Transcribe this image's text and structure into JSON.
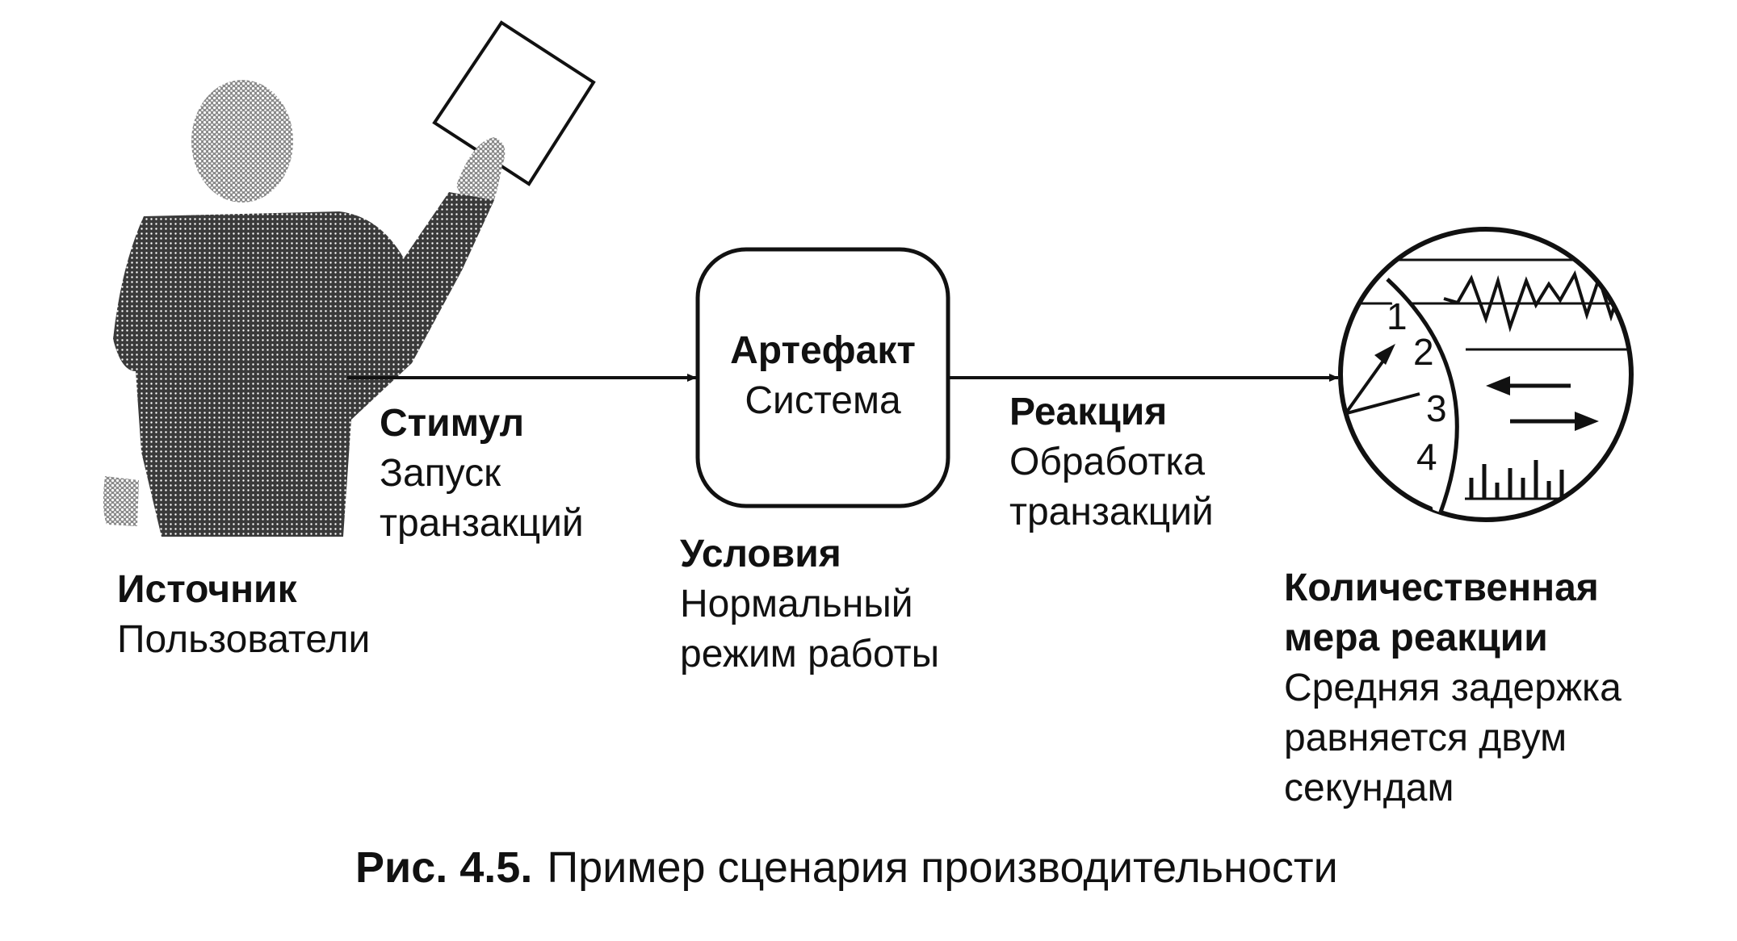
{
  "diagram": {
    "source": {
      "title": "Источник",
      "text": "Пользователи"
    },
    "stimulus": {
      "title": "Стимул",
      "lines": [
        "Запуск",
        "транзакций"
      ]
    },
    "artifact": {
      "title": "Артефакт",
      "text": "Система"
    },
    "environment": {
      "title": "Условия",
      "lines": [
        "Нормальный",
        "режим работы"
      ]
    },
    "response": {
      "title": "Реакция",
      "lines": [
        "Обработка",
        "транзакций"
      ]
    },
    "response_measure": {
      "title_lines": [
        "Количественная",
        "мера реакции"
      ],
      "lines": [
        "Средняя задержка",
        "равняется двум",
        "секундам"
      ]
    },
    "gauge_numbers": [
      "1",
      "2",
      "3",
      "4"
    ]
  },
  "caption": {
    "label": "Рис. 4.5.",
    "text": "Пример сценария производительности"
  },
  "colors": {
    "ink": "#111111",
    "figure": "#2a2a2a",
    "head": "#9a9a9a",
    "background": "#ffffff"
  },
  "icons": {
    "source": "person-holding-paper-icon",
    "measure": "gauge-chart-icon"
  }
}
